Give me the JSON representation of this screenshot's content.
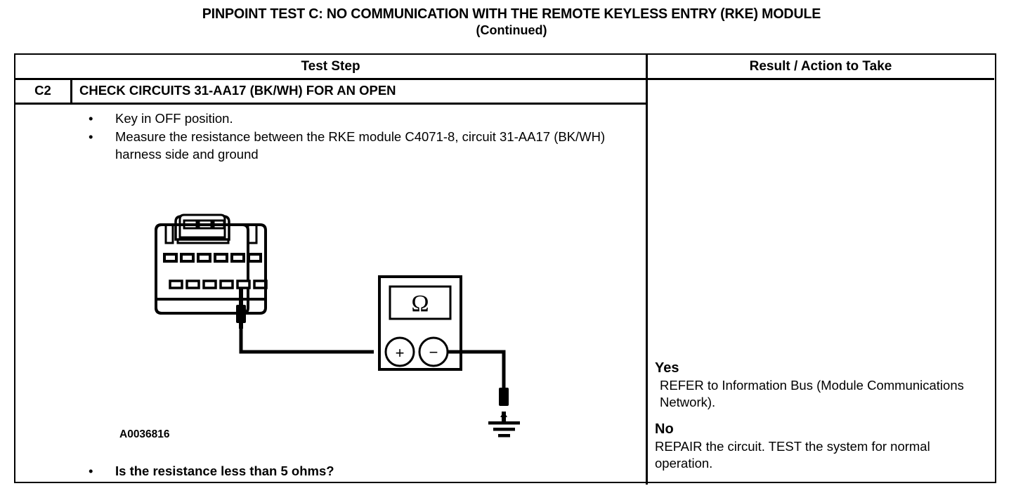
{
  "document": {
    "title_line1": "PINPOINT TEST C: NO COMMUNICATION WITH THE REMOTE KEYLESS ENTRY (RKE) MODULE",
    "title_line2": "(Continued)"
  },
  "table": {
    "headers": {
      "test_step": "Test Step",
      "result_action": "Result / Action to Take"
    },
    "step": {
      "code": "C2",
      "title": "CHECK CIRCUITS 31-AA17 (BK/WH) FOR AN OPEN",
      "bullet_marker": "•",
      "instructions": [
        "Key in OFF position.",
        "Measure the resistance between the RKE module C4071-8, circuit 31-AA17 (BK/WH) harness side and ground"
      ],
      "question": "Is the resistance less than 5 ohms?",
      "figure_code": "A0036816"
    },
    "results": [
      {
        "label": "Yes",
        "text": "REFER to Information Bus (Module Communications Network)."
      },
      {
        "label": "No",
        "text": "REPAIR the circuit. TEST the system for normal operation."
      }
    ]
  },
  "diagram": {
    "meter_display_symbol": "Ω",
    "meter_positive_terminal": "+",
    "meter_negative_terminal": "−",
    "connector_pin_rows": 2,
    "connector_pins_per_row": 6,
    "probe_pin_index": 5,
    "line_color": "#000000",
    "fill_color": "#ffffff"
  }
}
